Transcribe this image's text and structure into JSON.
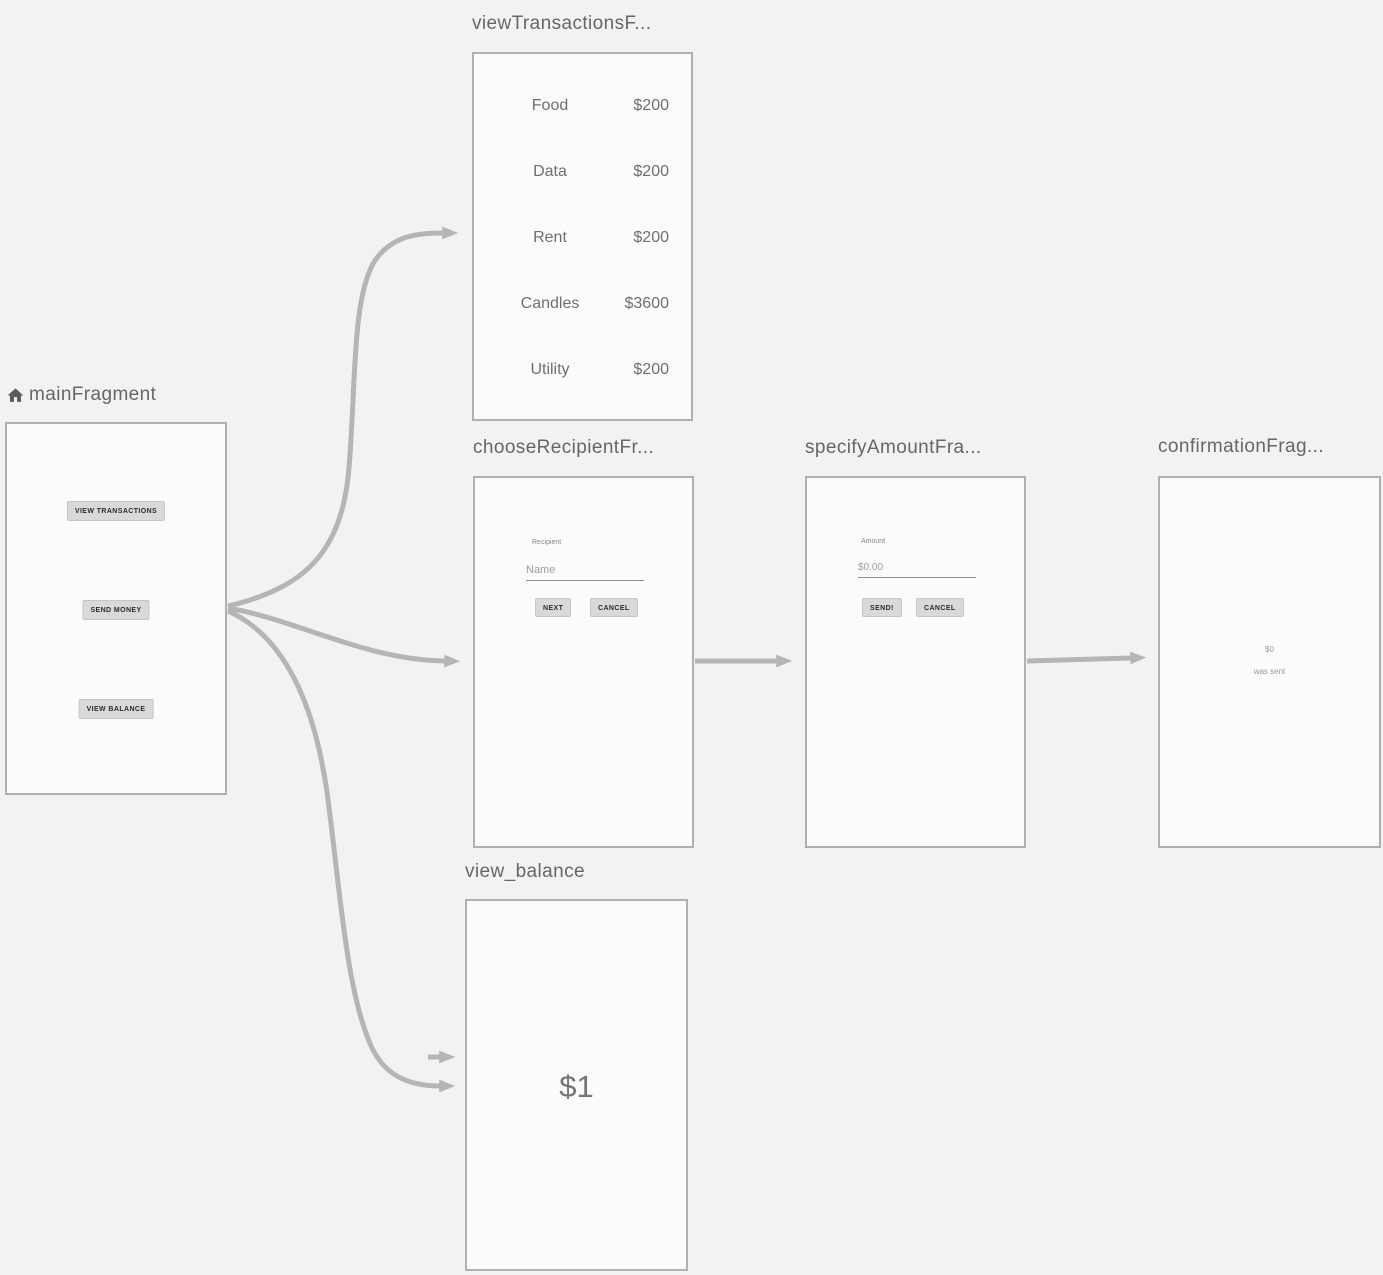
{
  "colors": {
    "background": "#f2f2f2",
    "panel_fill": "#fbfbfb",
    "panel_border": "#b0b0b0",
    "arrow": "#b5b5b5",
    "title_text": "#666666",
    "preview_text": "#6f6f6f",
    "button_bg": "#d9d9d9",
    "button_text": "#2b2b2b"
  },
  "fragments": {
    "main": {
      "title": "mainFragment",
      "header_icon": "home-icon",
      "buttons": {
        "view_transactions": "VIEW TRANSACTIONS",
        "send_money": "SEND MONEY",
        "view_balance": "VIEW BALANCE"
      }
    },
    "view_transactions": {
      "title": "viewTransactionsF...",
      "rows": [
        {
          "label": "Food",
          "value": "$200"
        },
        {
          "label": "Data",
          "value": "$200"
        },
        {
          "label": "Rent",
          "value": "$200"
        },
        {
          "label": "Candles",
          "value": "$3600"
        },
        {
          "label": "Utility",
          "value": "$200"
        }
      ]
    },
    "choose_recipient": {
      "title": "chooseRecipientFr...",
      "field_label": "Recipient",
      "field_placeholder": "Name",
      "next_button": "NEXT",
      "cancel_button": "CANCEL"
    },
    "specify_amount": {
      "title": "specifyAmountFra...",
      "field_label": "Amount",
      "field_value": "$0.00",
      "send_button": "SEND!",
      "cancel_button": "CANCEL"
    },
    "confirmation": {
      "title": "confirmationFrag...",
      "amount": "$0",
      "message": "was sent"
    },
    "view_balance": {
      "title": "view_balance",
      "balance": "$1"
    }
  }
}
